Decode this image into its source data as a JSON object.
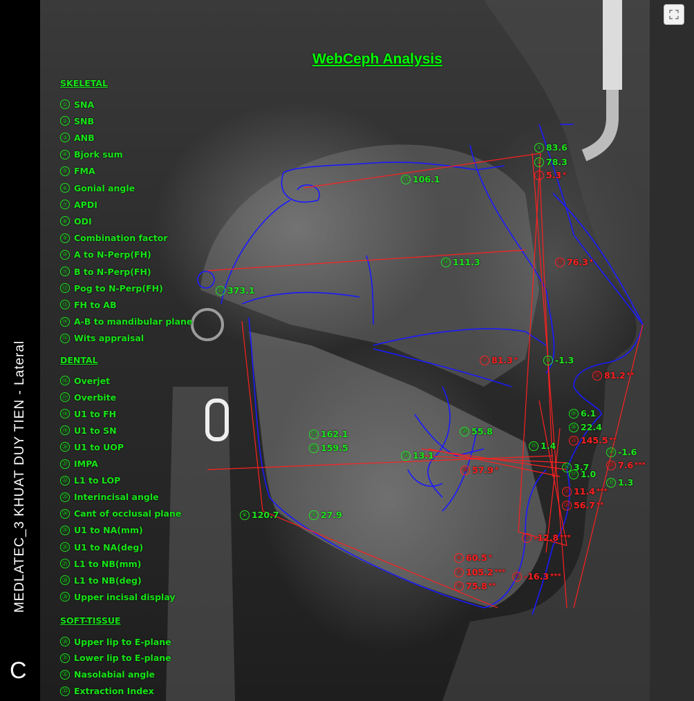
{
  "side_title": "MEDLATEC_3 KHUAT DUY TIEN - Lateral",
  "panel_letter": "C",
  "title": "WebCeph Analysis",
  "colors": {
    "green": "#1ee61e",
    "red": "#ff2020",
    "trace": "#1a1aff"
  },
  "sections": {
    "skeletal": "SKELETAL",
    "dental": "DENTAL",
    "soft_tissue": "SOFT-TISSUE"
  },
  "items": [
    {
      "n": "①",
      "label": "SNA"
    },
    {
      "n": "②",
      "label": "SNB"
    },
    {
      "n": "③",
      "label": "ANB"
    },
    {
      "n": "④",
      "label": "Bjork sum"
    },
    {
      "n": "⑤",
      "label": "FMA"
    },
    {
      "n": "⑥",
      "label": "Gonial angle"
    },
    {
      "n": "⑦",
      "label": "APDI"
    },
    {
      "n": "⑧",
      "label": "ODI"
    },
    {
      "n": "⑨",
      "label": "Combination factor"
    },
    {
      "n": "⑩",
      "label": "A to N-Perp(FH)"
    },
    {
      "n": "⑪",
      "label": "B to N-Perp(FH)"
    },
    {
      "n": "⑫",
      "label": "Pog to N-Perp(FH)"
    },
    {
      "n": "⑬",
      "label": "FH to AB"
    },
    {
      "n": "⑭",
      "label": "A-B to mandibular plane"
    },
    {
      "n": "⑮",
      "label": "Wits appraisal"
    },
    {
      "n": "⑯",
      "label": "Overjet"
    },
    {
      "n": "⑰",
      "label": "Overbite"
    },
    {
      "n": "⑱",
      "label": "U1 to FH"
    },
    {
      "n": "⑲",
      "label": "U1 to SN"
    },
    {
      "n": "⑳",
      "label": "U1 to UOP"
    },
    {
      "n": "㉑",
      "label": "IMPA"
    },
    {
      "n": "㉒",
      "label": "L1 to LOP"
    },
    {
      "n": "㉓",
      "label": "Interincisal angle"
    },
    {
      "n": "㉔",
      "label": "Cant of occlusal plane"
    },
    {
      "n": "㉕",
      "label": "U1 to NA(mm)"
    },
    {
      "n": "㉖",
      "label": "U1 to NA(deg)"
    },
    {
      "n": "㉗",
      "label": "L1 to NB(mm)"
    },
    {
      "n": "㉘",
      "label": "L1 to NB(deg)"
    },
    {
      "n": "㉙",
      "label": "Upper incisal display"
    },
    {
      "n": "㉚",
      "label": "Upper lip to E-plane"
    },
    {
      "n": "㉛",
      "label": "Lower lip to E-plane"
    },
    {
      "n": "㉜",
      "label": "Nasolabial angle"
    },
    {
      "n": "㉝",
      "label": "Extraction Index"
    }
  ],
  "measurements": [
    {
      "n": "①",
      "value": "83.6",
      "color": "green",
      "stars": ""
    },
    {
      "n": "②",
      "value": "78.3",
      "color": "green",
      "stars": ""
    },
    {
      "n": "③",
      "value": "5.3",
      "color": "red",
      "stars": "*"
    },
    {
      "n": "⑲",
      "value": "106.1",
      "color": "green",
      "stars": ""
    },
    {
      "n": "⑱",
      "value": "111.3",
      "color": "green",
      "stars": ""
    },
    {
      "n": "⑬",
      "value": "76.3",
      "color": "red",
      "stars": "*"
    },
    {
      "n": "㉝",
      "value": "373.1",
      "color": "green",
      "stars": ""
    },
    {
      "n": "⑦",
      "value": "81.3",
      "color": "red",
      "stars": "*"
    },
    {
      "n": "⑩",
      "value": "-1.3",
      "color": "green",
      "stars": ""
    },
    {
      "n": "㉜",
      "value": "81.2",
      "color": "red",
      "stars": "**"
    },
    {
      "n": "㉕",
      "value": "6.1",
      "color": "green",
      "stars": ""
    },
    {
      "n": "㉖",
      "value": "22.4",
      "color": "green",
      "stars": ""
    },
    {
      "n": "⑰",
      "value": "162.1",
      "color": "green",
      "stars": ""
    },
    {
      "n": "⑳",
      "value": "55.8",
      "color": "green",
      "stars": ""
    },
    {
      "n": "⑮",
      "value": "1.4",
      "color": "green",
      "stars": ""
    },
    {
      "n": "㉓",
      "value": "145.5",
      "color": "red",
      "stars": "**"
    },
    {
      "n": "㉚",
      "value": "-1.6",
      "color": "green",
      "stars": ""
    },
    {
      "n": "㉒",
      "value": "159.5",
      "color": "green",
      "stars": ""
    },
    {
      "n": "㉔",
      "value": "13.1",
      "color": "green",
      "stars": ""
    },
    {
      "n": "㉙",
      "value": "7.6",
      "color": "red",
      "stars": "***"
    },
    {
      "n": "㉘",
      "value": "57.9",
      "color": "red",
      "stars": "*"
    },
    {
      "n": "⑯",
      "value": "3.7",
      "color": "green",
      "stars": ""
    },
    {
      "n": "⑰",
      "value": "1.0",
      "color": "green",
      "stars": ""
    },
    {
      "n": "㉛",
      "value": "1.3",
      "color": "green",
      "stars": ""
    },
    {
      "n": "㉗",
      "value": "11.4",
      "color": "red",
      "stars": "***"
    },
    {
      "n": "㉘",
      "value": "56.7",
      "color": "red",
      "stars": "**"
    },
    {
      "n": "⑥",
      "value": "120.7",
      "color": "green",
      "stars": ""
    },
    {
      "n": "⑤",
      "value": "27.9",
      "color": "green",
      "stars": ""
    },
    {
      "n": "⑪",
      "value": "-12.8",
      "color": "red",
      "stars": "***"
    },
    {
      "n": "⑧",
      "value": "60.5",
      "color": "red",
      "stars": "*"
    },
    {
      "n": "㉑",
      "value": "105.2",
      "color": "red",
      "stars": "***"
    },
    {
      "n": "⑫",
      "value": "-16.3",
      "color": "red",
      "stars": "***"
    },
    {
      "n": "⑭",
      "value": "75.8",
      "color": "red",
      "stars": "**"
    }
  ]
}
